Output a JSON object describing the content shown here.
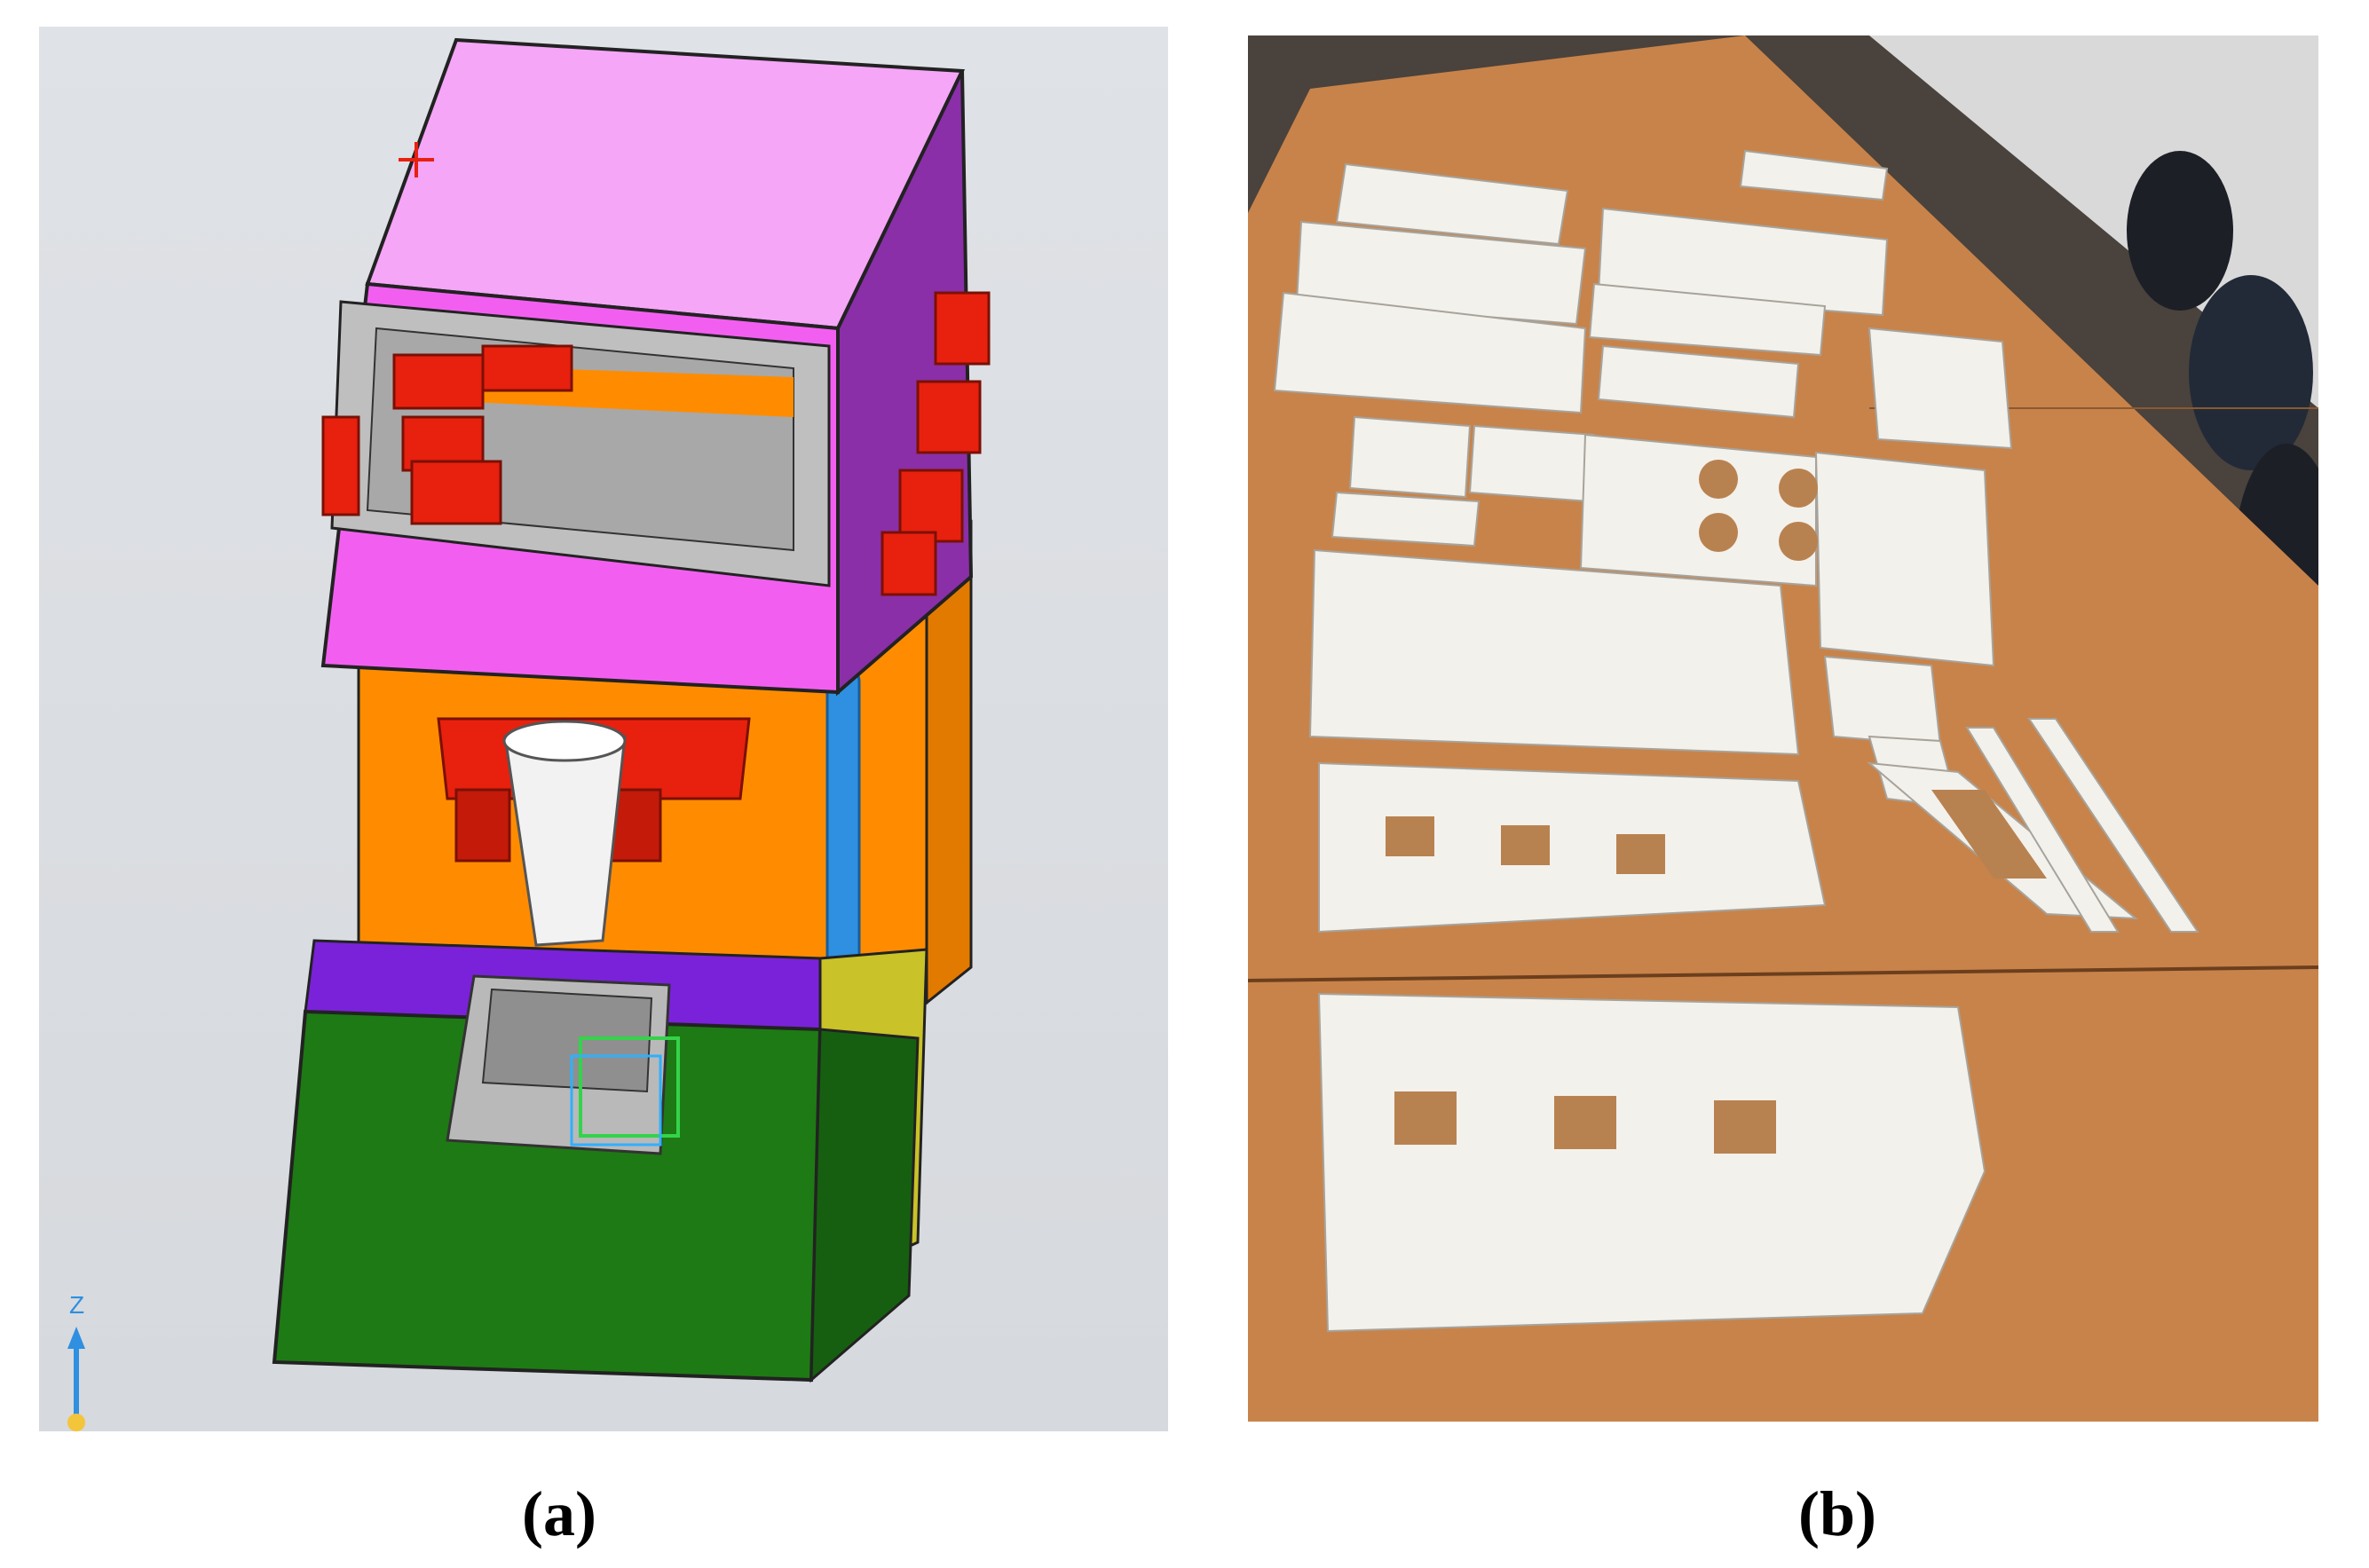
{
  "figure": {
    "panels": [
      {
        "label": "(a)",
        "view_type": "cad-3d-model",
        "axis_indicator": "Z"
      },
      {
        "label": "(b)",
        "view_type": "photo-laser-cut-plywood-parts"
      }
    ]
  },
  "colors": {
    "cad_background": "#d9dce0",
    "box_top": "#f5a6f7",
    "box_side_magenta": "#f25ff0",
    "box_side_purple": "#8a2fa8",
    "body_orange": "#ff8c00",
    "base_green": "#1e7a14",
    "base_top_violet": "#7a22d9",
    "servo_red": "#e8200e",
    "tube_blue": "#2f8fe0",
    "cup_white": "#f2f2f2",
    "table_wood": "#c8834a",
    "plywood": "#f3f1ec"
  }
}
